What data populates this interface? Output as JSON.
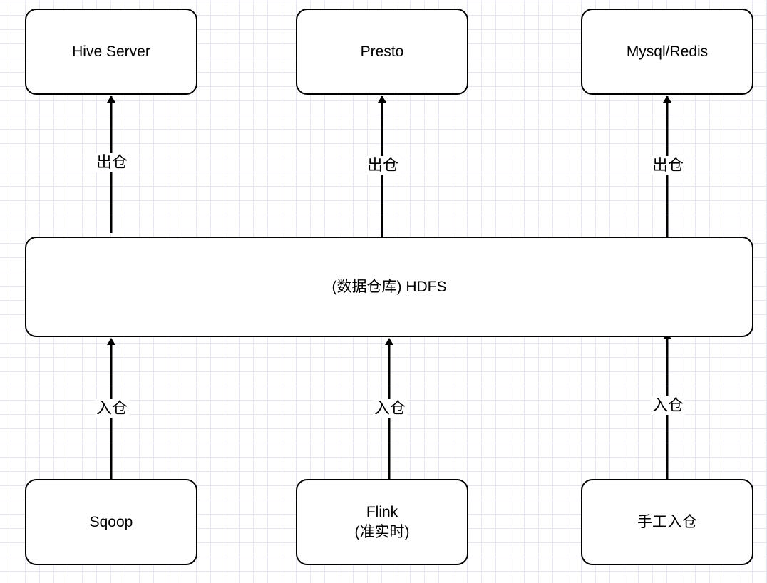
{
  "diagram": {
    "center": {
      "label": "(数据仓库) HDFS"
    },
    "outputs": [
      {
        "label": "Hive Server",
        "edge_label": "出仓"
      },
      {
        "label": "Presto",
        "edge_label": "出仓"
      },
      {
        "label": "Mysql/Redis",
        "edge_label": "出仓"
      }
    ],
    "inputs": [
      {
        "label": "Sqoop",
        "edge_label": "入仓"
      },
      {
        "label_line1": "Flink",
        "label_line2": "(准实时)",
        "edge_label": "入仓"
      },
      {
        "label": "手工入仓",
        "edge_label": "入仓"
      }
    ]
  }
}
